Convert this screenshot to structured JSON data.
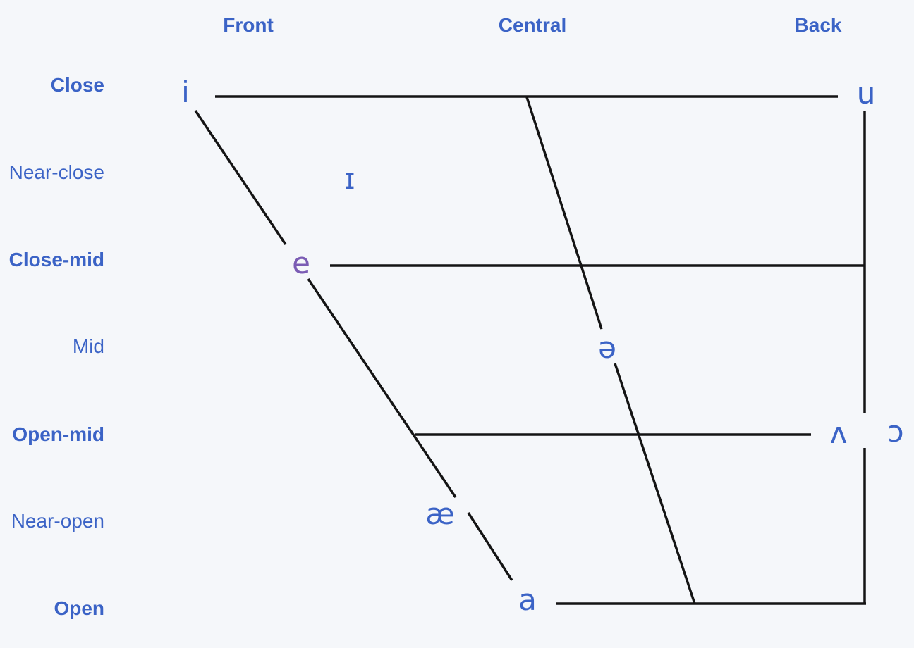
{
  "colors": {
    "background": "#f5f7fa",
    "label_blue": "#3b63c6",
    "vowel_blue": "#3b63c6",
    "vowel_purple": "#7b5cb4",
    "line_black": "#141414"
  },
  "columns": [
    {
      "label": "Front"
    },
    {
      "label": "Central"
    },
    {
      "label": "Back"
    }
  ],
  "rows": [
    {
      "label": "Close",
      "bold": true
    },
    {
      "label": "Near-close",
      "bold": false
    },
    {
      "label": "Close-mid",
      "bold": true
    },
    {
      "label": "Mid",
      "bold": false
    },
    {
      "label": "Open-mid",
      "bold": true
    },
    {
      "label": "Near-open",
      "bold": false
    },
    {
      "label": "Open",
      "bold": true
    }
  ],
  "vowels": [
    {
      "symbol": "i",
      "height": "close",
      "backness": "front",
      "state": "normal"
    },
    {
      "symbol": "u",
      "height": "close",
      "backness": "back",
      "state": "normal"
    },
    {
      "symbol": "ɪ",
      "height": "near-close",
      "backness": "near-front",
      "state": "normal"
    },
    {
      "symbol": "e",
      "height": "close-mid",
      "backness": "front",
      "state": "highlighted"
    },
    {
      "symbol": "ə",
      "height": "mid",
      "backness": "central",
      "state": "normal"
    },
    {
      "symbol": "ʌ",
      "height": "open-mid",
      "backness": "back",
      "state": "normal"
    },
    {
      "symbol": "ɔ",
      "height": "open-mid",
      "backness": "back",
      "state": "normal"
    },
    {
      "symbol": "æ",
      "height": "near-open",
      "backness": "front",
      "state": "normal"
    },
    {
      "symbol": "a",
      "height": "open",
      "backness": "front",
      "state": "normal"
    }
  ]
}
